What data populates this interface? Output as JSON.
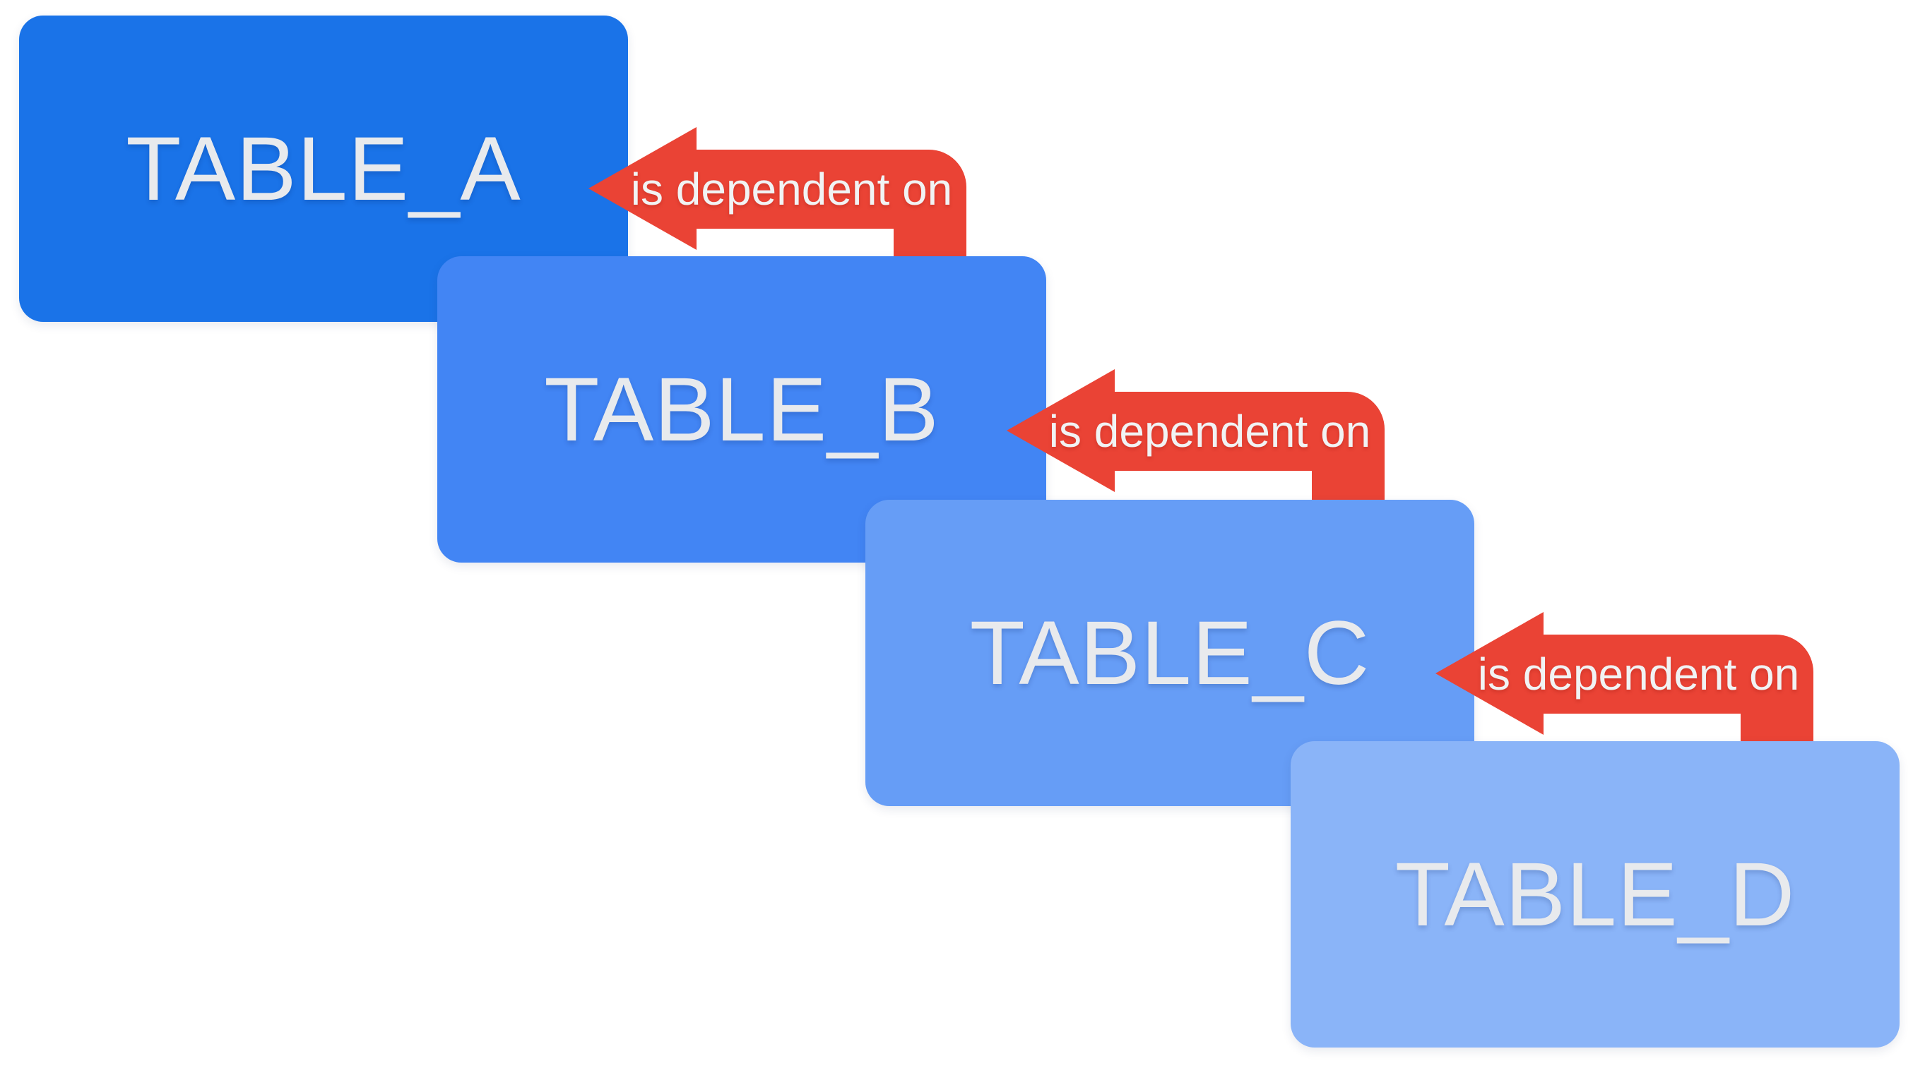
{
  "diagram": {
    "background": "#ffffff",
    "tables": [
      {
        "label": "TABLE_A",
        "color": "#1a73e8"
      },
      {
        "label": "TABLE_B",
        "color": "#4285f4"
      },
      {
        "label": "TABLE_C",
        "color": "#669df6"
      },
      {
        "label": "TABLE_D",
        "color": "#8ab4f8"
      }
    ],
    "arrows": [
      {
        "label": "is dependent on",
        "from": "TABLE_B",
        "to": "TABLE_A"
      },
      {
        "label": "is dependent on",
        "from": "TABLE_C",
        "to": "TABLE_B"
      },
      {
        "label": "is dependent on",
        "from": "TABLE_D",
        "to": "TABLE_C"
      }
    ],
    "colors": {
      "arrow": "#ea4335",
      "table_label": "#e8eaed",
      "arrow_label": "#f1f3f4"
    }
  }
}
